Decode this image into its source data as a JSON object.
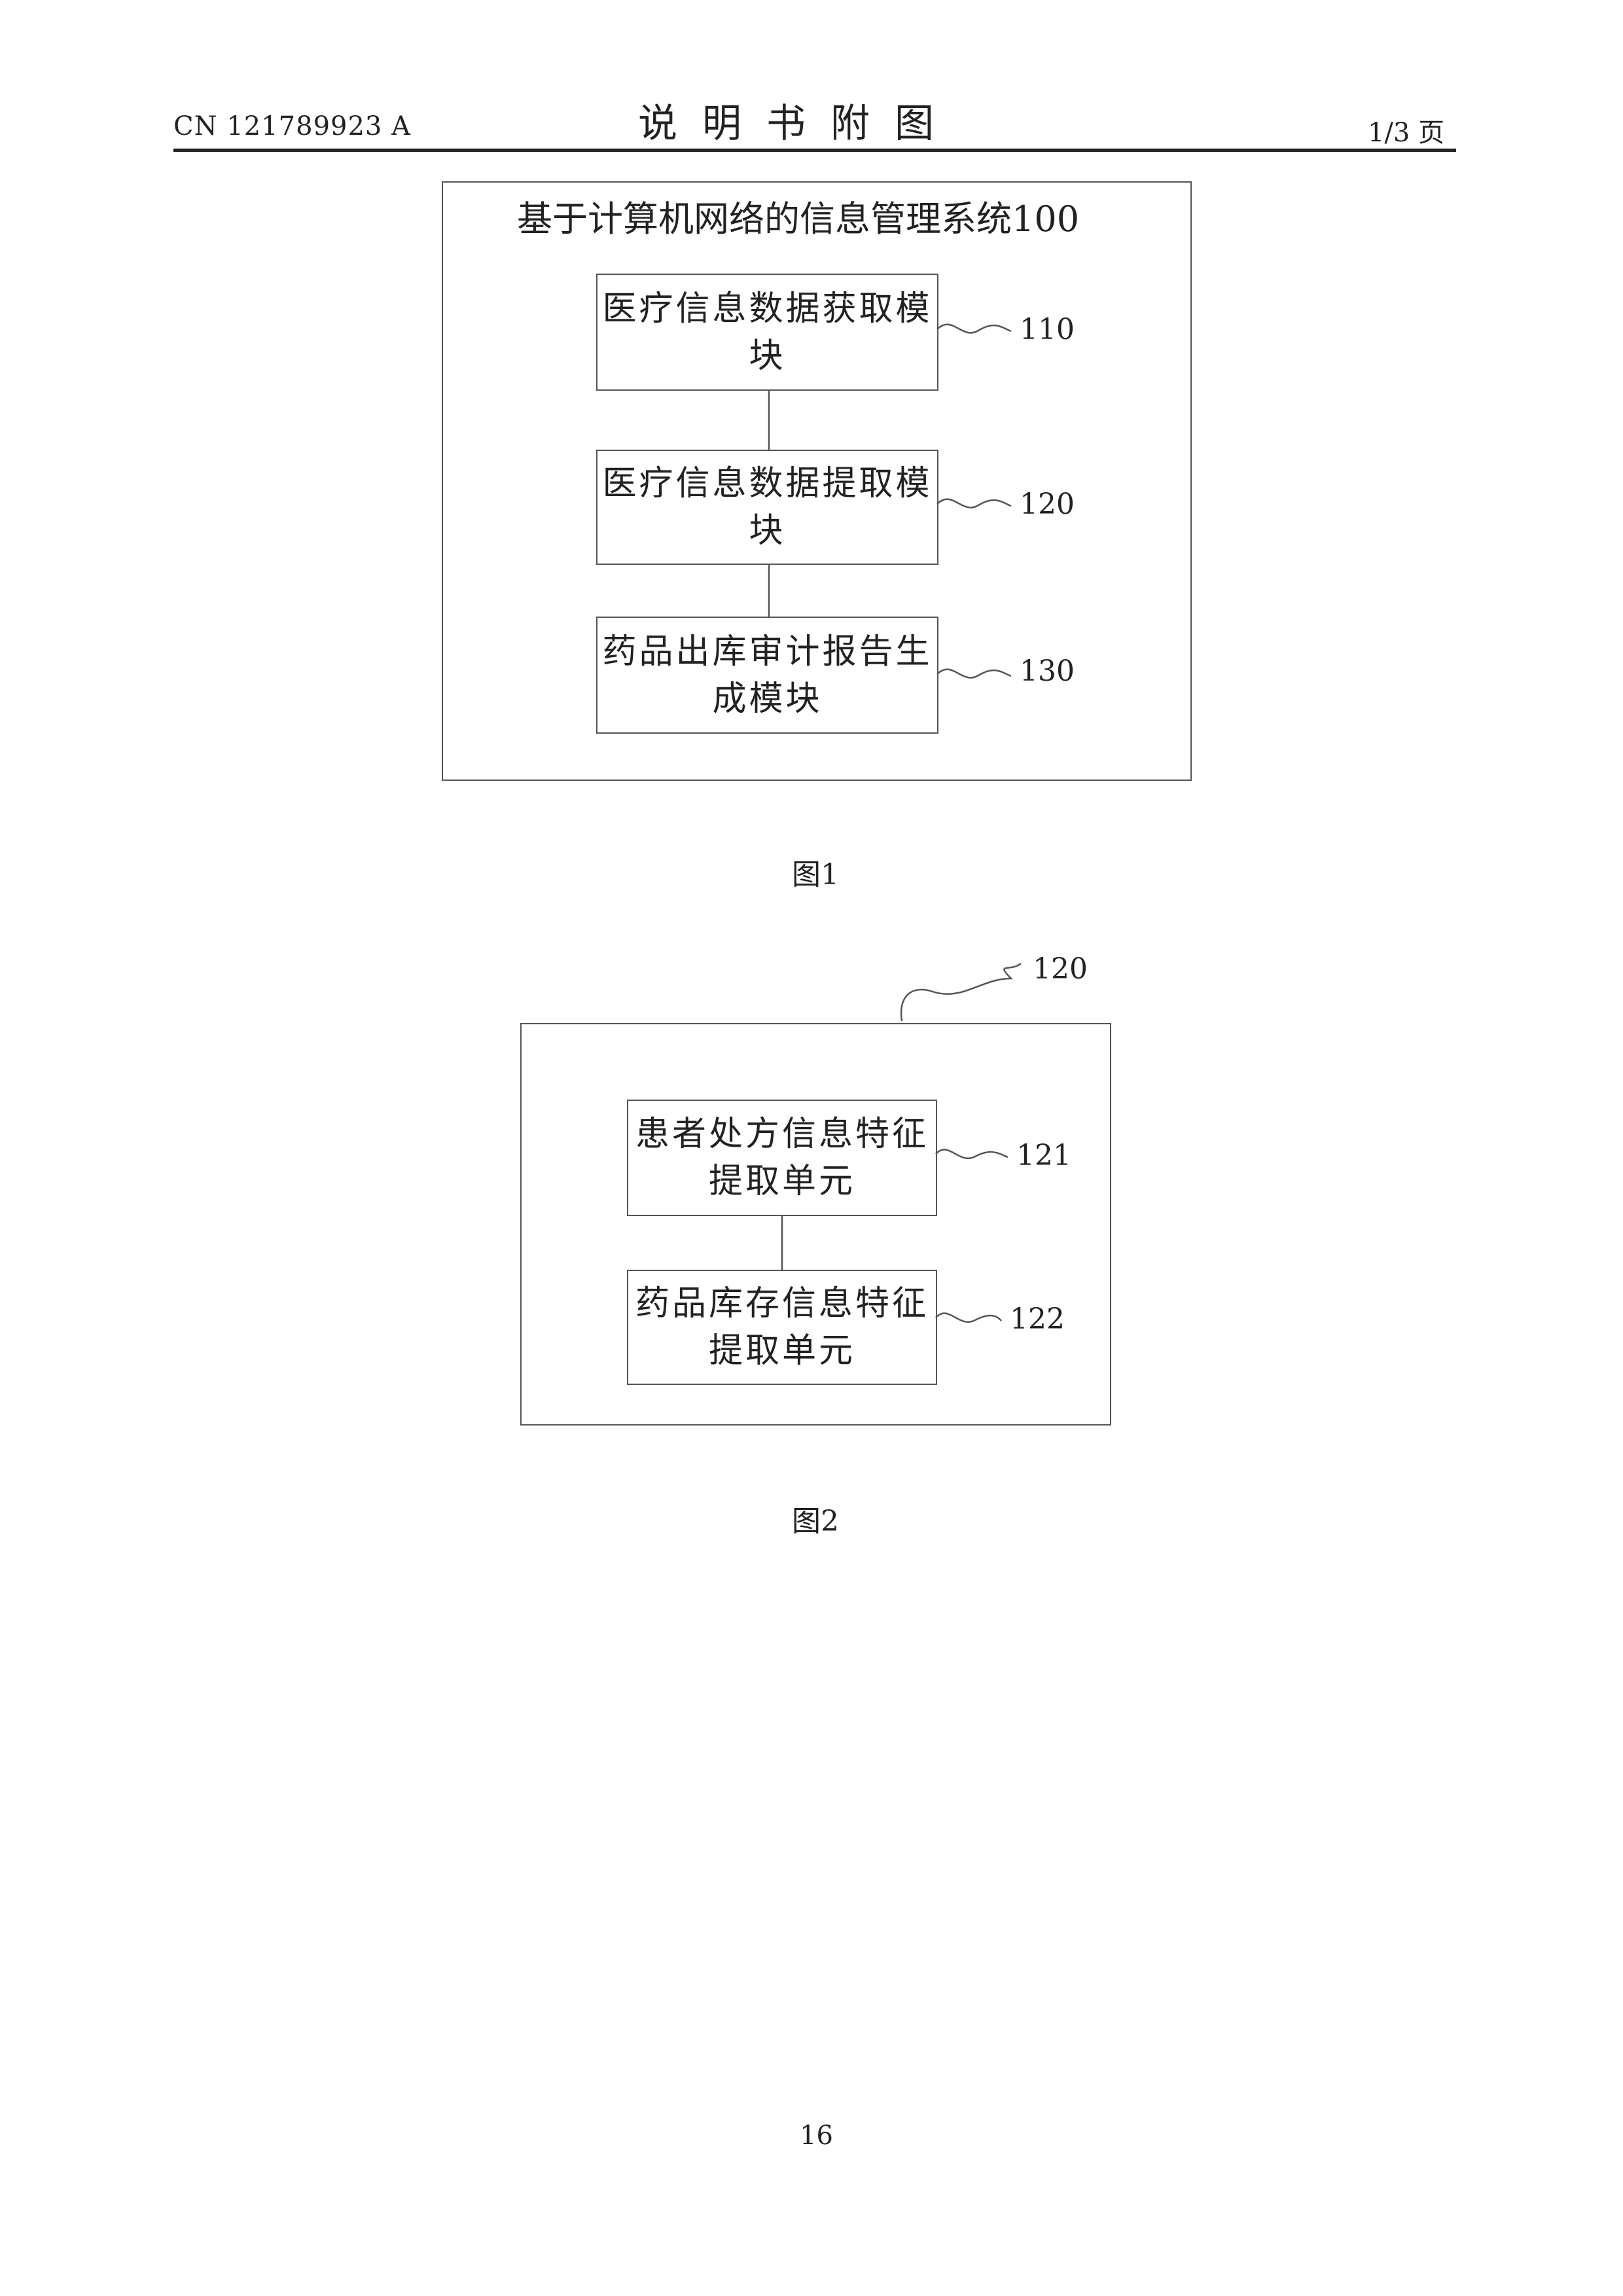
{
  "header": {
    "publication_number": "CN 121789923 A",
    "title": "说明书附图",
    "page_of": "1/3 页"
  },
  "figure1": {
    "system_title": "基于计算机网络的信息管理系统100",
    "modules": [
      {
        "label": "医疗信息数据获取模块",
        "ref": "110"
      },
      {
        "label": "医疗信息数据提取模块",
        "ref": "120"
      },
      {
        "label": "药品出库审计报告生成模块",
        "ref": "130"
      }
    ],
    "caption": "图1"
  },
  "figure2": {
    "container_ref": "120",
    "units": [
      {
        "label": "患者处方信息特征提取单元",
        "ref": "121"
      },
      {
        "label": "药品库存信息特征提取单元",
        "ref": "122"
      }
    ],
    "caption": "图2"
  },
  "page_number": "16"
}
